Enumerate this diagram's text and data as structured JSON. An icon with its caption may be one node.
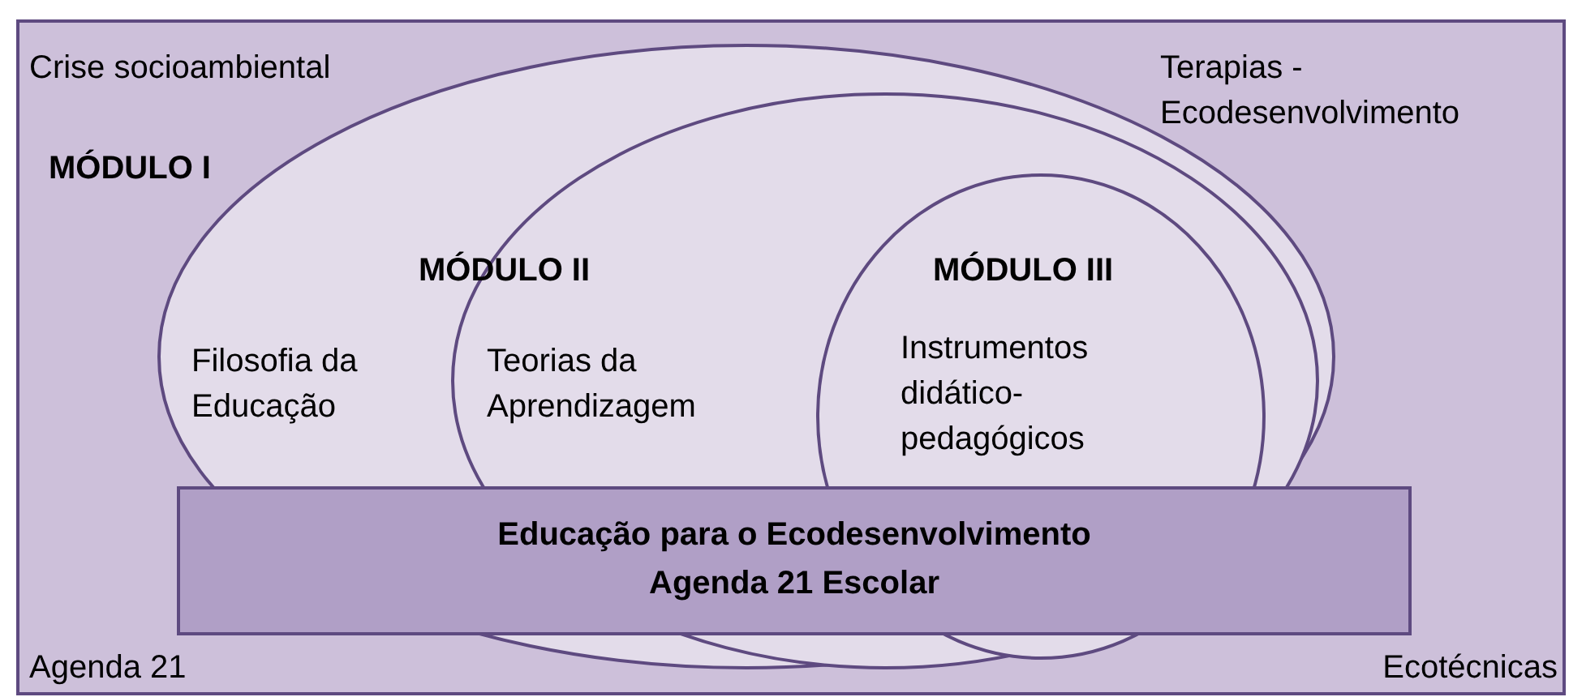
{
  "diagram": {
    "nodes": [
      {
        "text": [
          "Crise socioambiental",
          "Terapias - Ecodesenvolvimento",
          "Agenda 21",
          "Ecotécnicas"
        ]
      },
      {
        "text": [
          "MÓDULO I",
          "Filosofia da Educação"
        ],
        "in": 0
      },
      {
        "text": [
          "MÓDULO II",
          "Teorias da Aprendizagem"
        ],
        "in": 1
      },
      {
        "text": [
          "MÓDULO III",
          "Instrumentos didático-pedagógicos"
        ],
        "in": 2
      },
      {
        "text": [
          "Educação para o Ecodesenvolvimento",
          "Agenda 21 Escolar"
        ],
        "in": 0
      }
    ]
  }
}
